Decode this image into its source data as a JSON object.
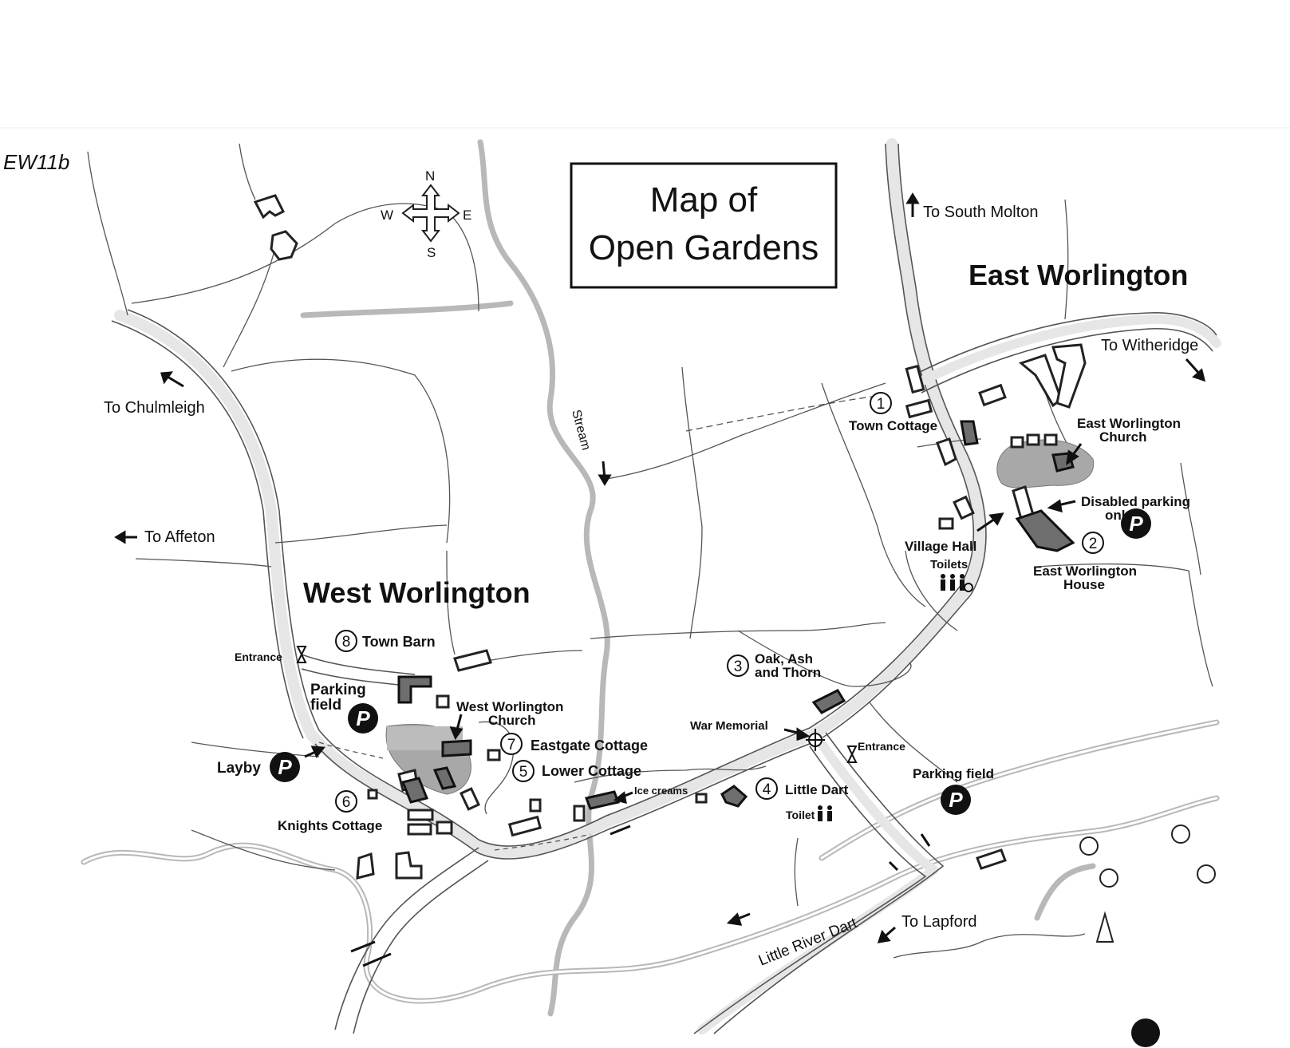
{
  "margin_note": "EW11b",
  "title": [
    "Map of",
    "Open Gardens"
  ],
  "compass": {
    "n": "N",
    "s": "S",
    "e": "E",
    "w": "W"
  },
  "villages": {
    "east": "East Worlington",
    "west": "West Worlington"
  },
  "directions": {
    "south_molton": "To South Molton",
    "witheridge": "To Witheridge",
    "chulmleigh": "To Chulmleigh",
    "affeton": "To Affeton",
    "lapford": "To Lapford"
  },
  "water": {
    "stream": "Stream",
    "river": "Little River Dart"
  },
  "gardens": [
    {
      "num": "1",
      "name": "Town Cottage"
    },
    {
      "num": "2",
      "name": "East Worlington House"
    },
    {
      "num": "3",
      "name": "Oak, Ash and Thorn"
    },
    {
      "num": "4",
      "name": "Little Dart"
    },
    {
      "num": "5",
      "name": "Lower Cottage"
    },
    {
      "num": "6",
      "name": "Knights Cottage"
    },
    {
      "num": "7",
      "name": "Eastgate Cottage"
    },
    {
      "num": "8",
      "name": "Town Barn"
    }
  ],
  "labels": {
    "ew_church_1": "East Worlington",
    "ew_church_2": "Church",
    "disabled_1": "Disabled parking",
    "disabled_2": "only",
    "village_hall": "Village Hall",
    "toilets": "Toilets",
    "ewh_1": "East Worlington",
    "ewh_2": "House",
    "oak_1": "Oak, Ash",
    "oak_2": "and Thorn",
    "war_memorial": "War Memorial",
    "entrance_east": "Entrance",
    "entrance_west": "Entrance",
    "parking_field_east": "Parking field",
    "parking_field_w1": "Parking",
    "parking_field_w2": "field",
    "ww_church_1": "West Worlington",
    "ww_church_2": "Church",
    "ice_creams": "Ice creams",
    "toilet": "Toilet",
    "layby": "Layby",
    "parking_symbol": "P"
  },
  "colors": {
    "building_dark": "#6e6e6e",
    "churchyard": "#a8a8a8",
    "river": "#b8b8b8"
  }
}
